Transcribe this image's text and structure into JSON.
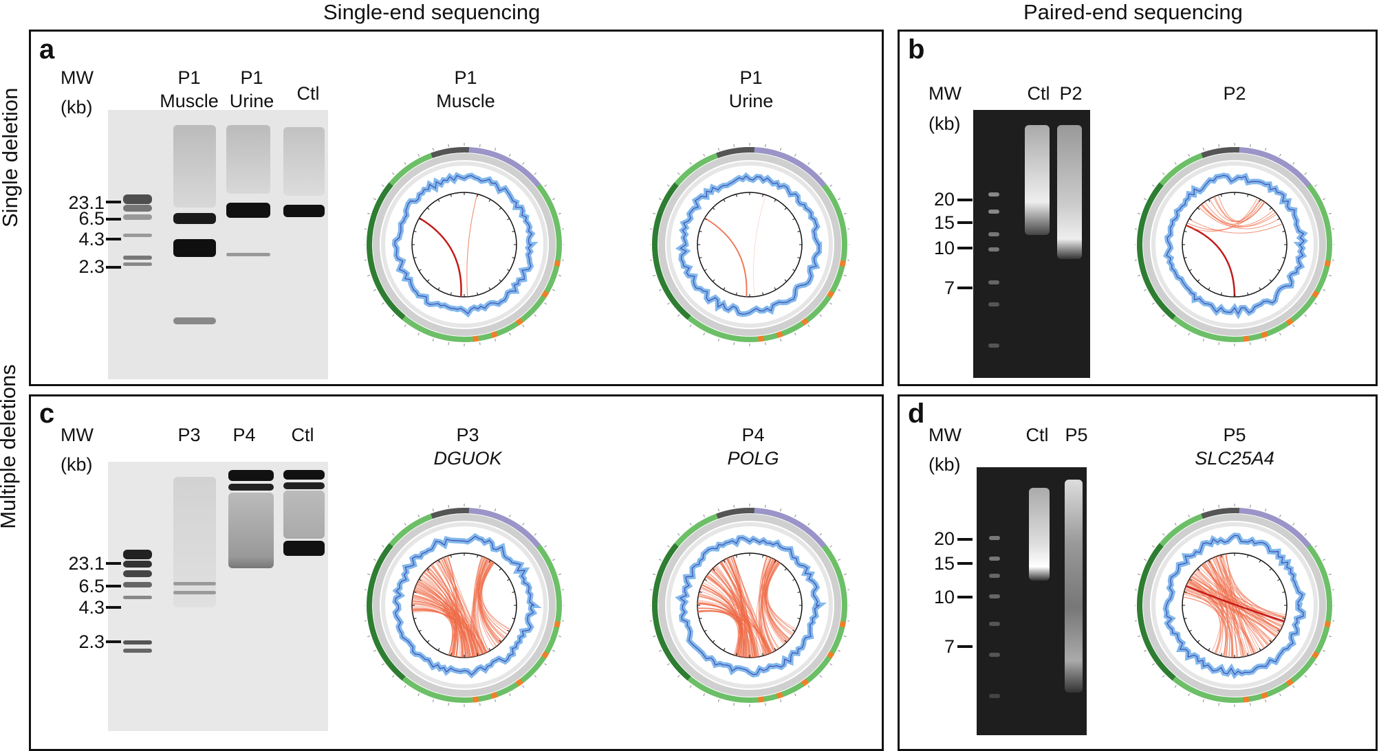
{
  "headers": {
    "single_end": "Single-end sequencing",
    "paired_end": "Paired-end sequencing"
  },
  "row_labels": {
    "top": "Single deletion",
    "bottom": "Multiple deletions"
  },
  "panels": {
    "a": {
      "letter": "a",
      "mw": "MW",
      "kb": "(kb)",
      "lanes": [
        "P1\nMuscle",
        "P1\nUrine",
        "Ctl"
      ],
      "markers": [
        "23.1",
        "6.5",
        "4.3",
        "2.3"
      ],
      "circos_titles": [
        {
          "l1": "P1",
          "l2": "Muscle"
        },
        {
          "l1": "P1",
          "l2": "Urine"
        }
      ]
    },
    "b": {
      "letter": "b",
      "mw": "MW",
      "kb": "(kb)",
      "lanes": [
        "Ctl",
        "P2"
      ],
      "markers": [
        "20",
        "15",
        "10",
        "7"
      ],
      "circos_titles": [
        {
          "l1": "P2",
          "l2": ""
        }
      ]
    },
    "c": {
      "letter": "c",
      "mw": "MW",
      "kb": "(kb)",
      "lanes": [
        "P3",
        "P4",
        "Ctl"
      ],
      "markers": [
        "23.1",
        "6.5",
        "4.3",
        "2.3"
      ],
      "circos_titles": [
        {
          "l1": "P3",
          "l2": "DGUOK"
        },
        {
          "l1": "P4",
          "l2": "POLG"
        }
      ]
    },
    "d": {
      "letter": "d",
      "mw": "MW",
      "kb": "(kb)",
      "lanes": [
        "Ctl",
        "P5"
      ],
      "markers": [
        "20",
        "15",
        "10",
        "7"
      ],
      "circos_titles": [
        {
          "l1": "P5",
          "l2": "SLC25A4"
        }
      ]
    }
  },
  "colors": {
    "outer_ring": "#6cbf67",
    "dark_ring": "#2e7d32",
    "purple_ring": "#9b94c9",
    "coverage": "#5aa0e6",
    "deletion_arcs": "#ee6a45",
    "strong_arc": "#c41a1a"
  }
}
